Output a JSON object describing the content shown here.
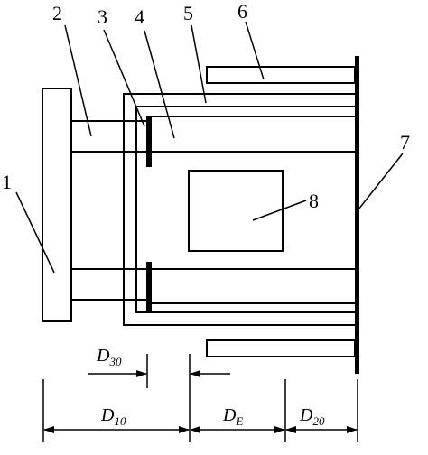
{
  "labels": {
    "n1": "1",
    "n2": "2",
    "n3": "3",
    "n4": "4",
    "n5": "5",
    "n6": "6",
    "n7": "7",
    "n8": "8"
  },
  "dimensions": {
    "d30": {
      "main": "D",
      "sub": "30"
    },
    "d10": {
      "main": "D",
      "sub": "10"
    },
    "dE": {
      "main": "D",
      "sub": "E"
    },
    "d20": {
      "main": "D",
      "sub": "20"
    }
  }
}
